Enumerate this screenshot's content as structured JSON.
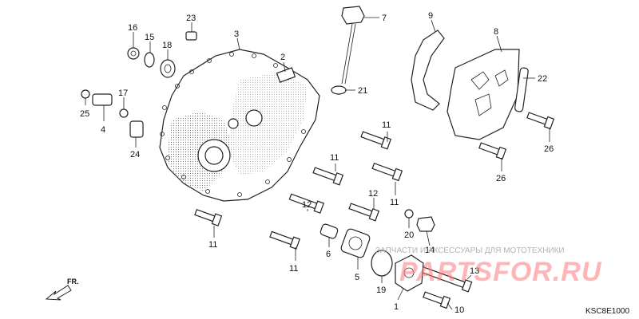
{
  "diagram": {
    "callouts": {
      "c1": "1",
      "c2": "2",
      "c3": "3",
      "c4": "4",
      "c5": "5",
      "c6": "6",
      "c7": "7",
      "c8": "8",
      "c9": "9",
      "c10": "10",
      "c11a": "11",
      "c11b": "11",
      "c11c": "11",
      "c11d": "11",
      "c11e": "11",
      "c12a": "12",
      "c12b": "12",
      "c13": "13",
      "c14": "14",
      "c15": "15",
      "c16": "16",
      "c17": "17",
      "c18": "18",
      "c19": "19",
      "c20": "20",
      "c21": "21",
      "c22": "22",
      "c23": "23",
      "c24": "24",
      "c25": "25",
      "c26a": "26",
      "c26b": "26"
    },
    "direction_label": "FR.",
    "diagram_code": "KSC8E1000"
  },
  "watermark": {
    "caption": "ЗАПЧАСТИ И АКСЕССУАРЫ ДЛЯ МОТОТЕХНИКИ",
    "logo": "PARTSFOR.RU"
  },
  "colors": {
    "line": "#222222",
    "watermark_text": "#b4b4b4",
    "watermark_logo": "#ff7878"
  }
}
